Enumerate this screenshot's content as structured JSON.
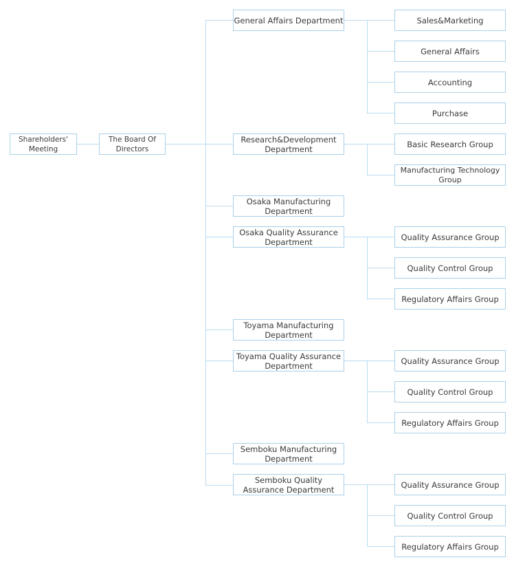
{
  "colors": {
    "line": "#b9dcf2",
    "border": "#a9cfe8",
    "text": "#3a3a3a"
  },
  "org": {
    "shareholders": "Shareholders' Meeting",
    "board": "The Board Of Directors",
    "departments": [
      {
        "name": "General Affairs Department",
        "groups": [
          "Sales&Marketing",
          "General Affairs",
          "Accounting",
          "Purchase"
        ]
      },
      {
        "name": "Research&Development Department",
        "groups": [
          "Basic Research Group",
          "Manufacturing Technology Group"
        ]
      },
      {
        "name": "Osaka Manufacturing Department",
        "groups": []
      },
      {
        "name": "Osaka Quality Assurance Department",
        "groups": [
          "Quality Assurance Group",
          "Quality Control Group",
          "Regulatory Affairs Group"
        ]
      },
      {
        "name": "Toyama Manufacturing Department",
        "groups": []
      },
      {
        "name": "Toyama Quality Assurance Department",
        "groups": [
          "Quality Assurance Group",
          "Quality Control Group",
          "Regulatory Affairs Group"
        ]
      },
      {
        "name": "Semboku Manufacturing Department",
        "groups": []
      },
      {
        "name": "Semboku Quality Assurance Department",
        "groups": [
          "Quality Assurance Group",
          "Quality Control Group",
          "Regulatory Affairs Group"
        ]
      }
    ]
  }
}
